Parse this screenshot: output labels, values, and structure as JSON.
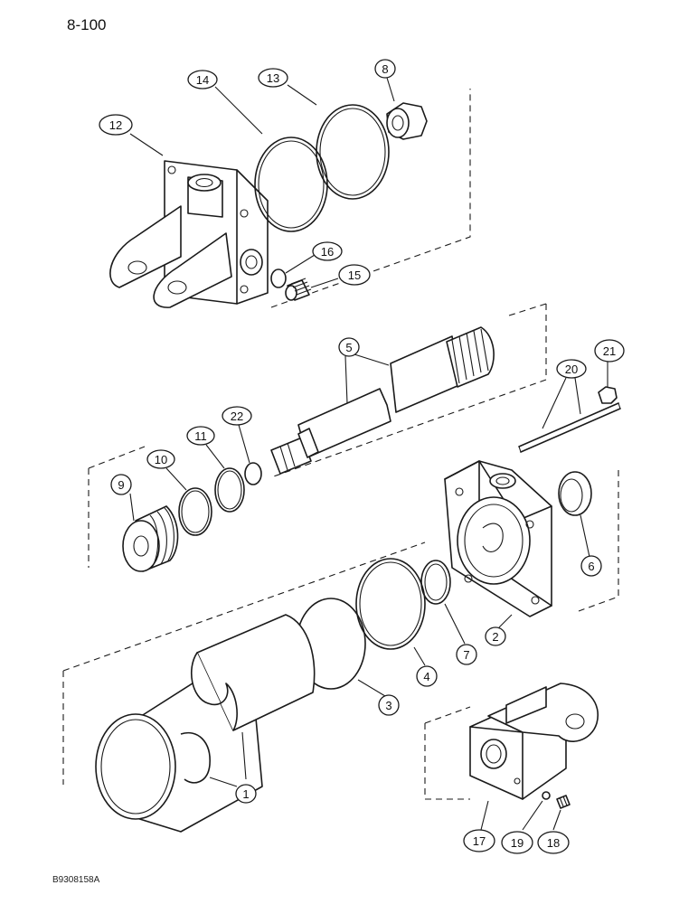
{
  "page_number": "8-100",
  "figure_code": "B9308158A",
  "callouts": [
    {
      "id": "c14",
      "label": "14"
    },
    {
      "id": "c13",
      "label": "13"
    },
    {
      "id": "c8",
      "label": "8"
    },
    {
      "id": "c12",
      "label": "12"
    },
    {
      "id": "c16",
      "label": "16"
    },
    {
      "id": "c15",
      "label": "15"
    },
    {
      "id": "c5",
      "label": "5"
    },
    {
      "id": "c21",
      "label": "21"
    },
    {
      "id": "c20",
      "label": "20"
    },
    {
      "id": "c22",
      "label": "22"
    },
    {
      "id": "c11",
      "label": "11"
    },
    {
      "id": "c10",
      "label": "10"
    },
    {
      "id": "c9",
      "label": "9"
    },
    {
      "id": "c6",
      "label": "6"
    },
    {
      "id": "c2",
      "label": "2"
    },
    {
      "id": "c7",
      "label": "7"
    },
    {
      "id": "c4",
      "label": "4"
    },
    {
      "id": "c3",
      "label": "3"
    },
    {
      "id": "c1",
      "label": "1"
    },
    {
      "id": "c17",
      "label": "17"
    },
    {
      "id": "c19",
      "label": "19"
    },
    {
      "id": "c18",
      "label": "18"
    }
  ]
}
